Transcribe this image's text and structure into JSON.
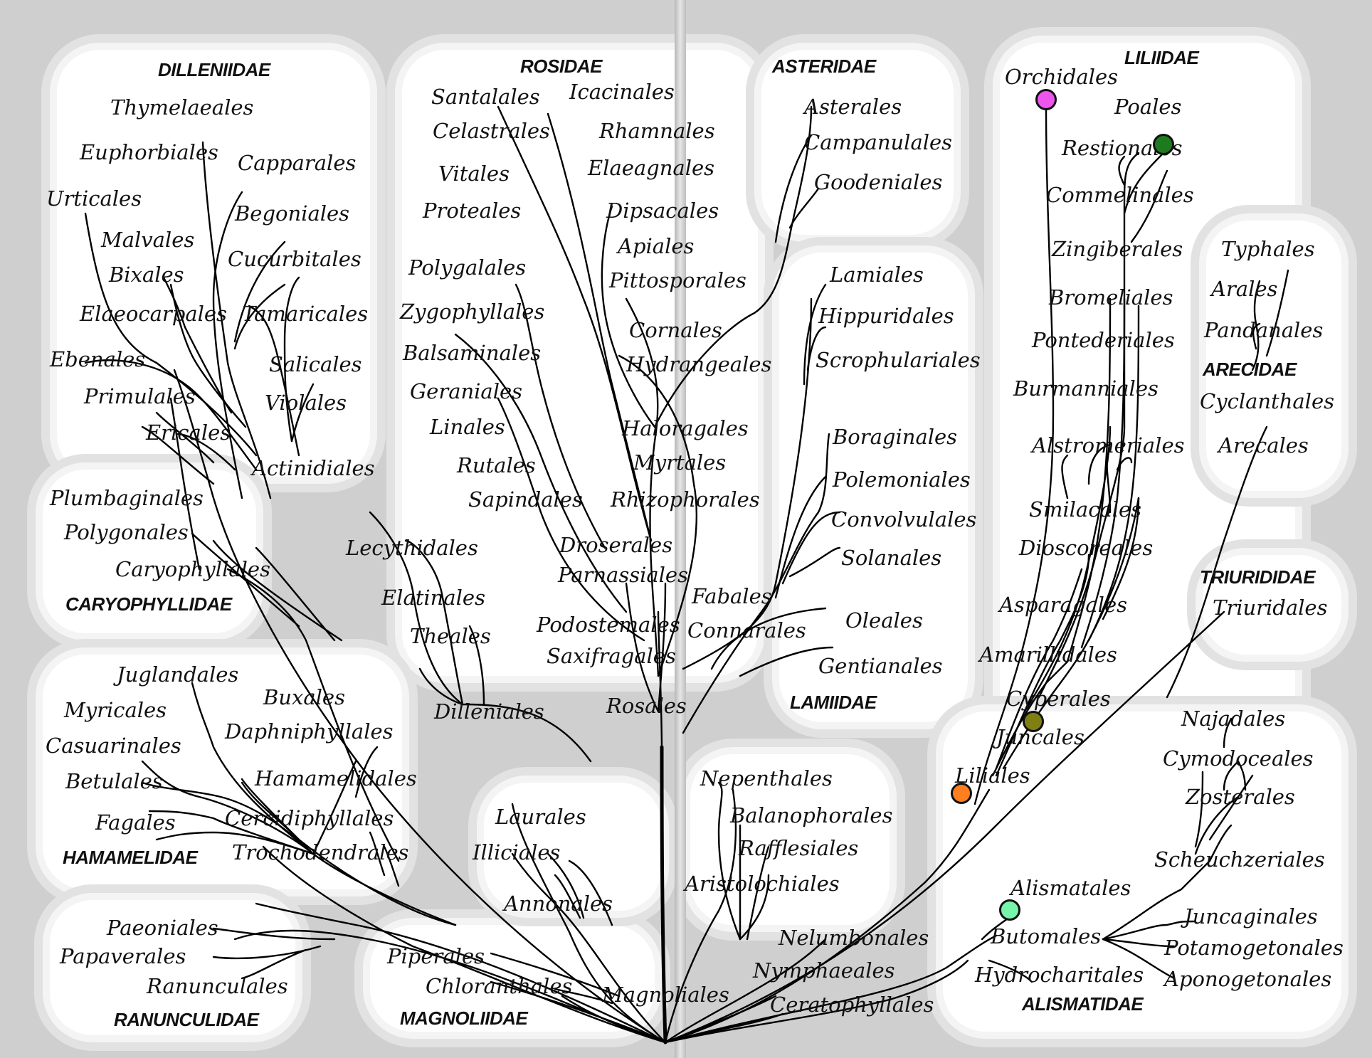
{
  "groups": {
    "dilleniidae": "DILLENIIDAE",
    "rosidae": "ROSIDAE",
    "asteridae": "ASTERIDAE",
    "liliidae": "LILIIDAE",
    "arecidae": "ARECIDAE",
    "caryophyllidae": "CARYOPHYLLIDAE",
    "lamiidae": "LAMIIDAE",
    "triurididae": "TRIURIDIDAE",
    "hamamelidae": "HAMAMELIDAE",
    "ranunculidae": "RANUNCULIDAE",
    "magnoliidae": "MAGNOLIIDAE",
    "alismatidae": "ALISMATIDAE"
  },
  "orders": {
    "thymelaeales": "Thymelaeales",
    "euphorbiales": "Euphorbiales",
    "capparales": "Capparales",
    "urticales": "Urticales",
    "begoniales": "Begoniales",
    "malvales": "Malvales",
    "cucurbitales": "Cucurbitales",
    "bixales": "Bixales",
    "elaeocarpales": "Elaeocarpales",
    "tamaricales": "Tamaricales",
    "salicales": "Salicales",
    "ebenales": "Ebenales",
    "violales": "Violales",
    "primulales": "Primulales",
    "ericales": "Ericales",
    "actinidiales": "Actinidiales",
    "santalales": "Santalales",
    "icacinales": "Icacinales",
    "celastrales": "Celastrales",
    "rhamnales": "Rhamnales",
    "vitales": "Vitales",
    "elaeagnales": "Elaeagnales",
    "proteales": "Proteales",
    "dipsacales": "Dipsacales",
    "apiales": "Apiales",
    "polygalales": "Polygalales",
    "pittosporales": "Pittosporales",
    "zygophyllales": "Zygophyllales",
    "cornales": "Cornales",
    "balsaminales": "Balsaminales",
    "hydrangeales": "Hydrangeales",
    "geraniales": "Geraniales",
    "linales": "Linales",
    "haloragales": "Haloragales",
    "rutales": "Rutales",
    "myrtales": "Myrtales",
    "sapindales": "Sapindales",
    "rhizophorales": "Rhizophorales",
    "droserales": "Droserales",
    "parnassiales": "Parnassiales",
    "podostemales": "Podostemales",
    "saxifragales": "Saxifragales",
    "rosales": "Rosales",
    "fabales": "Fabales",
    "connarales": "Connarales",
    "asterales": "Asterales",
    "campanulales": "Campanulales",
    "goodeniales": "Goodeniales",
    "lamiales": "Lamiales",
    "hippuridales": "Hippuridales",
    "scrophulariales": "Scrophulariales",
    "boraginales": "Boraginales",
    "polemoniales": "Polemoniales",
    "convolvulales": "Convolvulales",
    "solanales": "Solanales",
    "oleales": "Oleales",
    "gentianales": "Gentianales",
    "orchidales": "Orchidales",
    "poales": "Poales",
    "restionales": "Restionales",
    "commelinales": "Commelinales",
    "zingiberales": "Zingiberales",
    "bromeliales": "Bromeliales",
    "pontederiales": "Pontederiales",
    "burmanniales": "Burmanniales",
    "alstromeriales": "Alstromeriales",
    "smilacales": "Smilacales",
    "dioscoreales": "Dioscoreales",
    "asparagales": "Asparagales",
    "amarillidales": "Amarillidales",
    "cyperales": "Cyperales",
    "juncales": "Juncales",
    "liliales": "Liliales",
    "typhales": "Typhales",
    "arales": "Arales",
    "pandanales": "Pandanales",
    "cyclanthales": "Cyclanthales",
    "arecales": "Arecales",
    "triuridales": "Triuridales",
    "plumbaginales": "Plumbaginales",
    "polygonales": "Polygonales",
    "caryophyllales": "Caryophyllales",
    "lecythidales": "Lecythidales",
    "elatinales": "Elatinales",
    "theales": "Theales",
    "dilleniales": "Dilleniales",
    "juglandales": "Juglandales",
    "myricales": "Myricales",
    "buxales": "Buxales",
    "daphniphyllales": "Daphniphyllales",
    "casuarinales": "Casuarinales",
    "hamamelidales": "Hamamelidales",
    "betulales": "Betulales",
    "fagales": "Fagales",
    "cercidiphyllales": "Cercidiphyllales",
    "trochodendrales": "Trochodendrales",
    "laurales": "Laurales",
    "illiciales": "Illiciales",
    "annonales": "Annonales",
    "nepenthales": "Nepenthales",
    "balanophorales": "Balanophorales",
    "rafflesiales": "Rafflesiales",
    "aristolochiales": "Aristolochiales",
    "paeoniales": "Paeoniales",
    "papaverales": "Papaverales",
    "ranunculales": "Ranunculales",
    "piperales": "Piperales",
    "chloranthales": "Chloranthales",
    "magnoliales": "Magnoliales",
    "nelumbonales": "Nelumbonales",
    "nymphaeales": "Nymphaeales",
    "ceratophyllales": "Ceratophyllales",
    "najadales": "Najadales",
    "cymodoceales": "Cymodoceales",
    "zosterales": "Zosterales",
    "scheuchzeriales": "Scheuchzeriales",
    "alismatales": "Alismatales",
    "juncaginales": "Juncaginales",
    "butomales": "Butomales",
    "potamogetonales": "Potamogetonales",
    "hydrocharitales": "Hydrocharitales",
    "aponogetonales": "Aponogetonales"
  },
  "marker_colors": {
    "orchidales": "#ee55ee",
    "restionales": "#1e7a1e",
    "juncales": "#7f7f14",
    "liliales": "#ff7f1e",
    "alismatales": "#77f5aa"
  }
}
